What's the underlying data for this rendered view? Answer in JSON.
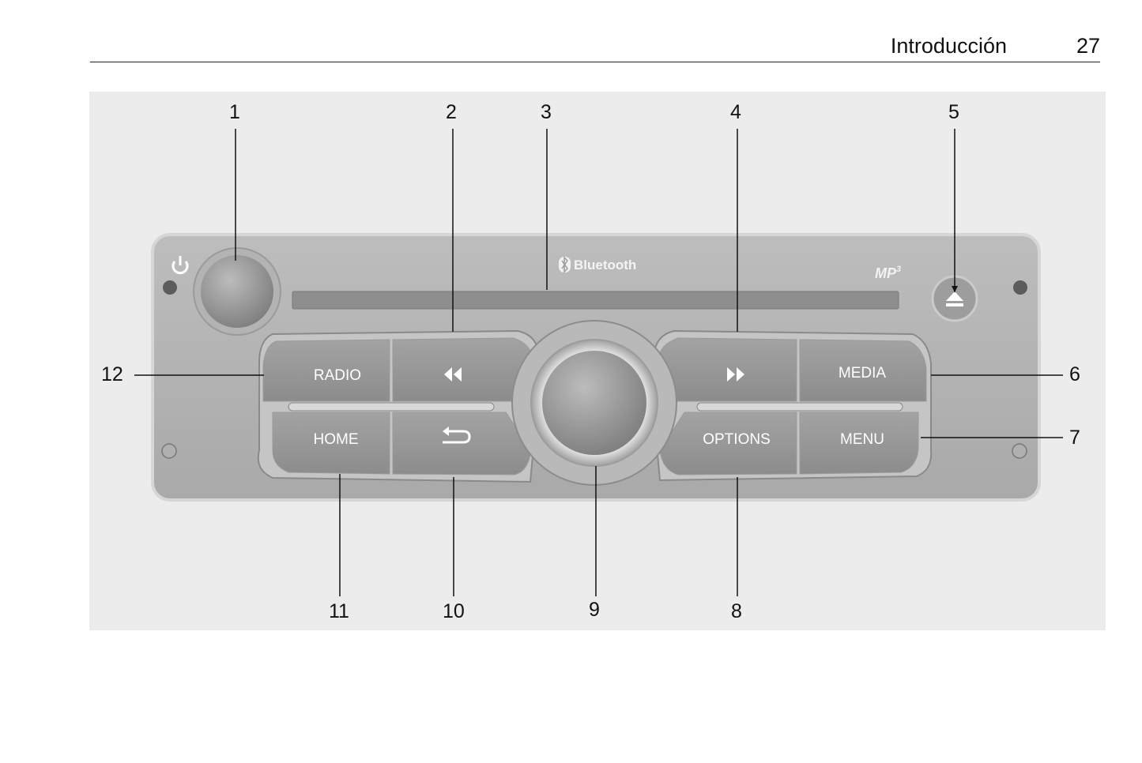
{
  "header": {
    "section_title": "Introducción",
    "page_number": "27"
  },
  "panel": {
    "bluetooth_label": "Bluetooth",
    "mp3_label": "MP",
    "mp3_superscript": "3",
    "buttons": {
      "radio": "RADIO",
      "media": "MEDIA",
      "home": "HOME",
      "options": "OPTIONS",
      "menu": "MENU"
    }
  },
  "callouts": {
    "c1": "1",
    "c2": "2",
    "c3": "3",
    "c4": "4",
    "c5": "5",
    "c6": "6",
    "c7": "7",
    "c8": "8",
    "c9": "9",
    "c10": "10",
    "c11": "11",
    "c12": "12"
  },
  "icons": {
    "power": "power-icon",
    "eject": "eject-icon",
    "rewind": "rewind-icon",
    "forward": "fast-forward-icon",
    "back": "back-arrow-icon",
    "bluetooth": "bluetooth-icon"
  }
}
